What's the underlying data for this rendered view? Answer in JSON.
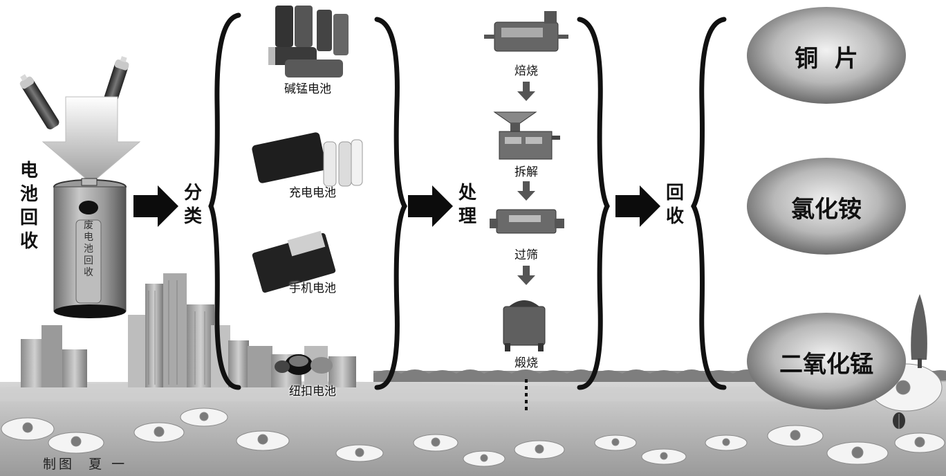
{
  "collection": {
    "label": "电池回收",
    "bin_text": "废电池回收"
  },
  "connectors": {
    "sort": "分类",
    "process": "处理",
    "recover": "回收"
  },
  "battery_types": [
    {
      "id": "alkaline",
      "label": "碱锰电池"
    },
    {
      "id": "rechargeable",
      "label": "充电电池"
    },
    {
      "id": "phone",
      "label": "手机电池"
    },
    {
      "id": "button",
      "label": "纽扣电池"
    }
  ],
  "process_steps": [
    {
      "id": "roast",
      "label": "焙烧"
    },
    {
      "id": "dismantle",
      "label": "拆解"
    },
    {
      "id": "sieve",
      "label": "过筛"
    },
    {
      "id": "calcine",
      "label": "煅烧"
    }
  ],
  "products": [
    {
      "id": "copper",
      "label": "铜  片"
    },
    {
      "id": "ammonium-chloride",
      "label": "氯化铵"
    },
    {
      "id": "manganese-dioxide",
      "label": "二氧化锰"
    }
  ],
  "credit": "制图  夏 一",
  "colors": {
    "ink": "#111111",
    "oval_center": "#f4f4f4",
    "oval_edge": "#5a5a5a",
    "sky": "#ffffff",
    "grass": "#b9b9b9"
  }
}
